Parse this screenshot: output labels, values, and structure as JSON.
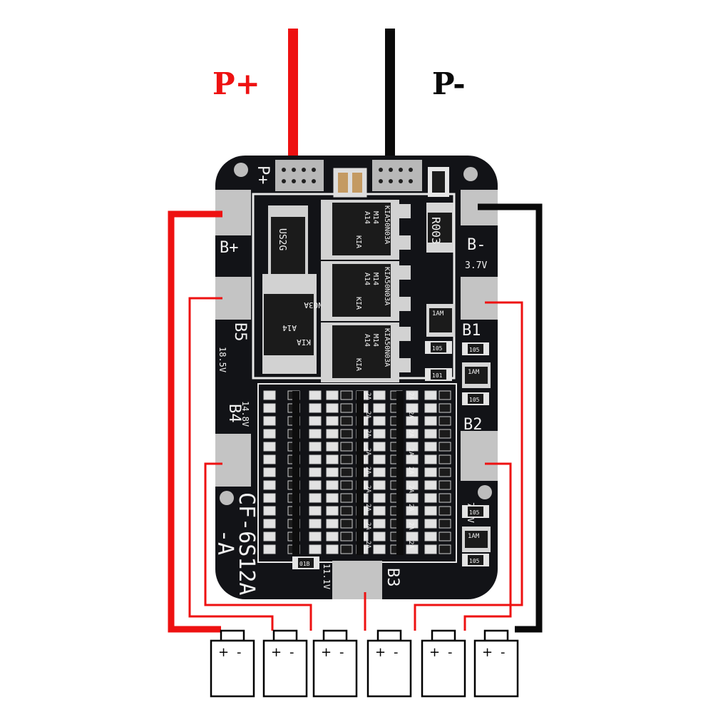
{
  "labels": {
    "p_plus": "P+",
    "p_minus": "P-"
  },
  "board": {
    "model_line1": "CF-6S12A",
    "model_line2": "-A",
    "pads": {
      "p_plus": "P+",
      "b_plus": "B+",
      "b_minus": "B-",
      "b1": "B1",
      "b2": "B2",
      "b3": "B3",
      "b4": "B4",
      "b5": "B5"
    },
    "voltages": {
      "v37": "3.7V",
      "v74": "7.4V",
      "v111": "11.1V",
      "v148": "14.8V",
      "v185": "18.5V"
    },
    "parts": {
      "diode": "US2G",
      "shunt": "R003",
      "mosfet": "KIA50N03A",
      "mosfet_code": "A14",
      "mosfet_code2": "M14",
      "mosfet_brand": "KIA",
      "chip_1am": "1AM",
      "res_105": "105",
      "res_101": "101",
      "res_01b": "01B",
      "fuse_2a": "2A"
    }
  },
  "cells": [
    {
      "plus": "+",
      "minus": "-"
    },
    {
      "plus": "+",
      "minus": "-"
    },
    {
      "plus": "+",
      "minus": "-"
    },
    {
      "plus": "+",
      "minus": "-"
    },
    {
      "plus": "+",
      "minus": "-"
    },
    {
      "plus": "+",
      "minus": "-"
    }
  ],
  "colors": {
    "positive_wire": "#ee1111",
    "negative_wire": "#0a0a0a",
    "board": "#121317",
    "pad": "#c4c4c4",
    "silkscreen": "#f2f2f2"
  }
}
